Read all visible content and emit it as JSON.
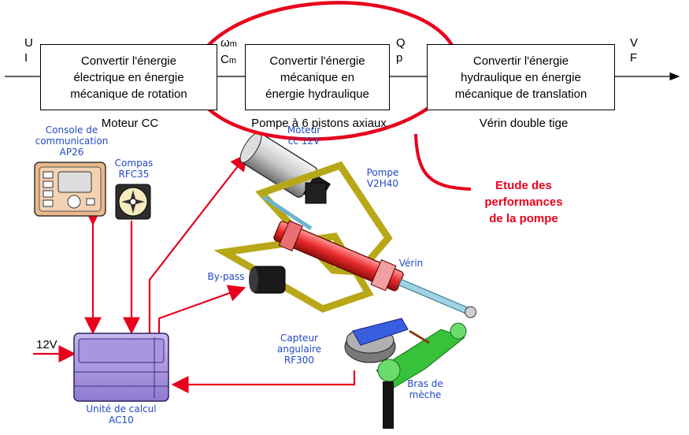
{
  "flow_chain": {
    "inputs": {
      "left": "U\nI",
      "mid1": "ωm\nCm",
      "mid2": "Q\np",
      "right": "V\nF"
    },
    "blocks": [
      {
        "text": "Convertir l'énergie\nélectrique en énergie\nmécanique de rotation",
        "caption": "Moteur CC"
      },
      {
        "text": "Convertir l'énergie\nmécanique en\nénergie hydraulique",
        "caption": "Pompe à 6 pistons axiaux"
      },
      {
        "text": "Convertir l'énergie\nhydraulique en énergie\nmécanique de translation",
        "caption": "Vérin double tige"
      }
    ]
  },
  "annotation": {
    "text": "Etude des\nperformances\nde la pompe",
    "color": "#e8001c"
  },
  "components": {
    "console": "Console de\ncommunication\nAP26",
    "compas": "Compas\nRFC35",
    "moteur": "Moteur\ncc 12V",
    "pompe": "Pompe\nV2H40",
    "bypass": "By-pass",
    "verin": "Vérin",
    "capteur": "Capteur\nangulaire\nRF300",
    "bras": "Bras de\nmèche",
    "unite": "Unité de calcul\nAC10",
    "supply": "12V"
  },
  "colors": {
    "wire": "#e8001c",
    "label": "#1f49c4",
    "frame": "#b8a818"
  }
}
